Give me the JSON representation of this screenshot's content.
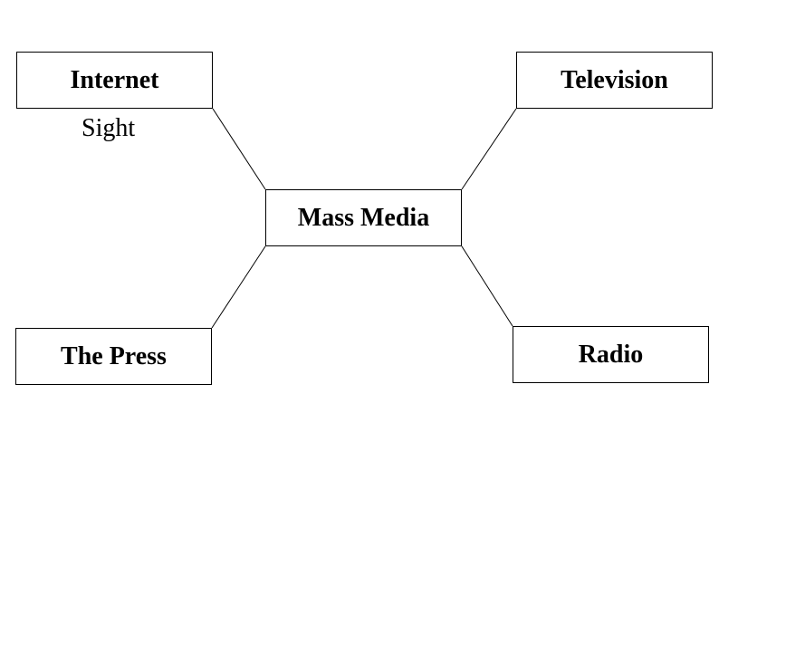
{
  "diagram": {
    "center": {
      "label": "Mass Media"
    },
    "branches": {
      "top_left": {
        "label": "Internet",
        "note": "Sight"
      },
      "top_right": {
        "label": "Television"
      },
      "bottom_left": {
        "label": "The Press"
      },
      "bottom_right": {
        "label": "Radio"
      }
    }
  },
  "colors": {
    "stroke": "#000000",
    "background": "#ffffff",
    "text": "#000000"
  }
}
